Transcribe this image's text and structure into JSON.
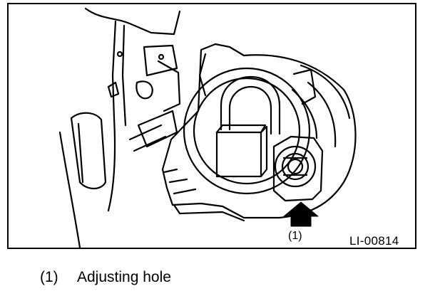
{
  "figure": {
    "id_label": "LI-00814",
    "callouts": [
      {
        "number": "(1)"
      }
    ]
  },
  "legend": {
    "items": [
      {
        "number": "(1)",
        "text": "Adjusting hole"
      }
    ]
  }
}
